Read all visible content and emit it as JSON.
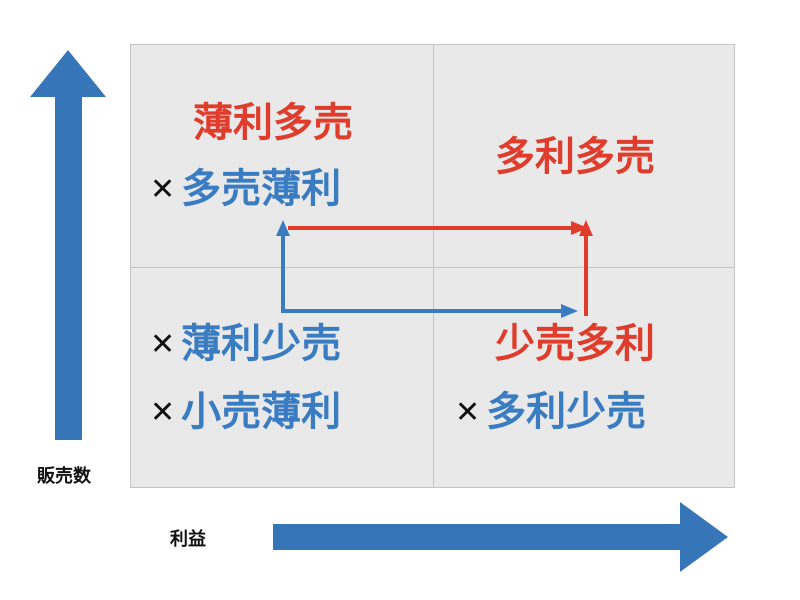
{
  "colors": {
    "red": "#e03c2c",
    "blue": "#3a7cc2",
    "axis_blue": "#3675b8",
    "cross": "#111111"
  },
  "axes": {
    "y_label": "販売数",
    "x_label": "利益"
  },
  "quadrants": {
    "top_left": {
      "primary": "薄利多売",
      "rejected_mark": "✕",
      "rejected": "多売薄利"
    },
    "top_right": {
      "primary": "多利多売"
    },
    "bottom_left": {
      "rejected_mark_1": "✕",
      "rejected_1": "薄利少売",
      "rejected_mark_2": "✕",
      "rejected_2": "小売薄利"
    },
    "bottom_right": {
      "primary": "少売多利",
      "rejected_mark": "✕",
      "rejected": "多利少売"
    }
  }
}
